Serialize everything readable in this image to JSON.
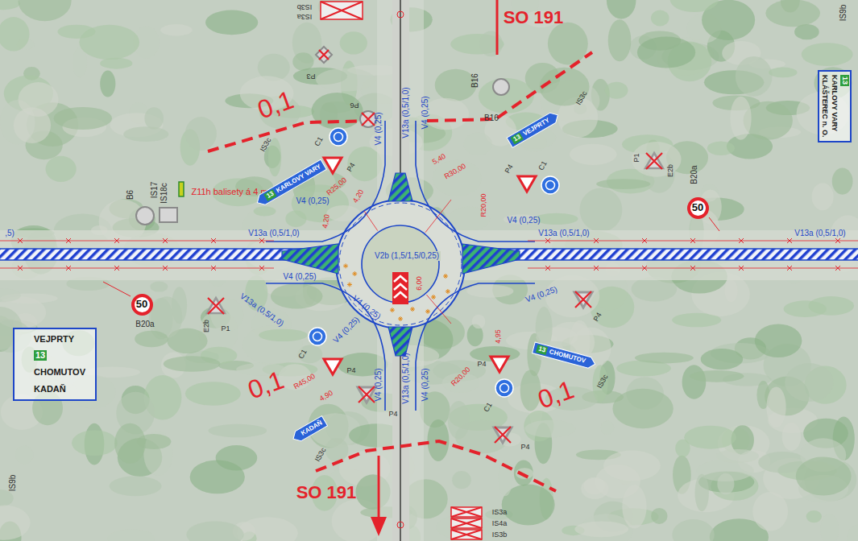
{
  "diagram": {
    "nodes": [
      {
        "text": [
          "13",
          "KARLOVY VARY",
          "KLÁŠTEREC n. O."
        ]
      },
      {
        "text": [
          "13",
          "KARLOVY VARY"
        ]
      },
      {
        "text": [
          "13",
          "VEJPRTY"
        ]
      },
      {
        "text": [
          "50"
        ]
      },
      {
        "text": [
          "50"
        ]
      },
      {
        "text": [
          "VEJPRTY",
          "13",
          "CHOMUTOV",
          "KADAŇ"
        ]
      },
      {
        "text": [
          "13",
          "CHOMUTOV"
        ]
      },
      {
        "text": [
          "KADAŇ"
        ]
      }
    ],
    "labels": [
      "SO 191",
      "SO 191",
      "0,1",
      "0,1",
      "0,1",
      "IS3b",
      "IS3a",
      "P3",
      "B16",
      "B16",
      "P6",
      "C1",
      "P4",
      "P4",
      "C1",
      "IS3c",
      "IS3c",
      "Z11h balisety á 4 m",
      "B6",
      "IS17",
      "IS18c",
      "P1",
      "E2b",
      "B20a",
      "B20a",
      "P1",
      "E2b",
      "C1",
      "P4",
      "P4",
      "C1",
      "P4",
      "P4",
      "P4",
      "IS3c",
      "IS3c",
      "IS3a",
      "IS4a",
      "IS3b",
      "IS9b",
      "IS9b",
      "V4 (0,25)",
      "V13a (0,5/1,0)",
      "V4 (0,25)",
      "V4 (0,25)",
      "V4 (0,25)",
      "V13a (0,5/1,0)",
      "V13a (0,5/1,0)",
      "V13a (0,5/1,0)",
      ",5)",
      "V4 (0,25)",
      "V13a (0,5/1,0)",
      "V4 (0,25)",
      "V2b (1,5/1,5/0,25)",
      "V4 (0,25)",
      "V4 (0,25)",
      "V13a (0,5/1,0)",
      "V4 (0,25)",
      "V4 (0,25)",
      "R25,00",
      "R30,00",
      "R20,00",
      "R45,00",
      "R20,00",
      "4,20",
      "5,40",
      "4,20",
      "4,90",
      "4,95",
      "6,00"
    ]
  }
}
